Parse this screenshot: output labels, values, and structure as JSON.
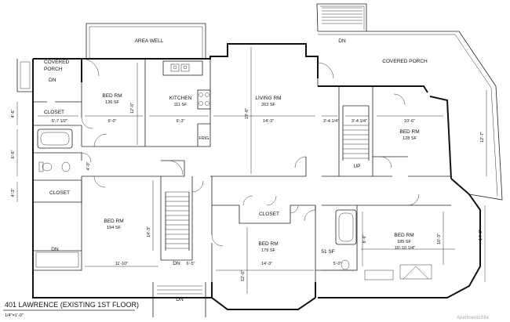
{
  "title": "401 LAWRENCE (EXISTING 1ST FLOOR)",
  "scale": "1/4\"=1'-0\"",
  "rooms": {
    "area_well": "AREA WELL",
    "covered_porch_left": [
      "COVERED",
      "PORCH"
    ],
    "covered_porch_right": "COVERED PORCH",
    "bed_tl": [
      "BED RM",
      "136 SF"
    ],
    "kitchen": [
      "KITCHEN",
      "111 SF"
    ],
    "frig": "FRIG",
    "living": [
      "LIVING RM",
      "263 SF"
    ],
    "bed_r": [
      "BED RM",
      "128 SF"
    ],
    "closet_1": "CLOSET",
    "closet_2": "CLOSET",
    "closet_3": "CLOSET",
    "bed_l": [
      "BED RM",
      "194 SF"
    ],
    "bed_c": [
      "BED RM",
      "179 SF"
    ],
    "bed_br": [
      "BED RM",
      "185 SF"
    ],
    "bath_sf": "51 SF",
    "dn_1": "DN",
    "dn_2": "DN",
    "dn_3": "DN",
    "dn_4": "DN",
    "dn_5": "DN",
    "up": "UP"
  },
  "dimensions": {
    "d_12_0_a": "12'-0\"",
    "d_9_0": "9'-0\"",
    "d_9_3": "9'-3\"",
    "d_19_8": "19'-8\"",
    "d_14_3_a": "14'-3\"",
    "d_3_4_1_4": "3'-4 1/4\"",
    "d_3_4_1_4_b": "3'-4 1/4\"",
    "d_10_6": "10'-6\"",
    "d_12_7": "12'-7\"",
    "d_4_6": "4'-6\"",
    "d_5_7_1_2": "5'-7 1/2\"",
    "d_6_6": "6'-6\"",
    "d_4_0": "4'-0\"",
    "d_4_3": "4'-3\"",
    "d_14_3_b": "14'-3\"",
    "d_11_10": "11'-10\"",
    "d_6_5": "6'-5\"",
    "d_12_0_b": "12'-0\"",
    "d_14_3_c": "14'-3\"",
    "d_5_0": "5'-0\"",
    "d_8_9": "8'-9\"",
    "d_15_10_1_4": "15'-10 1/4\"",
    "d_10_3": "10'-3\"",
    "d_14_3_d": "14'-3\""
  },
  "watermark": "ApartmentsSite"
}
